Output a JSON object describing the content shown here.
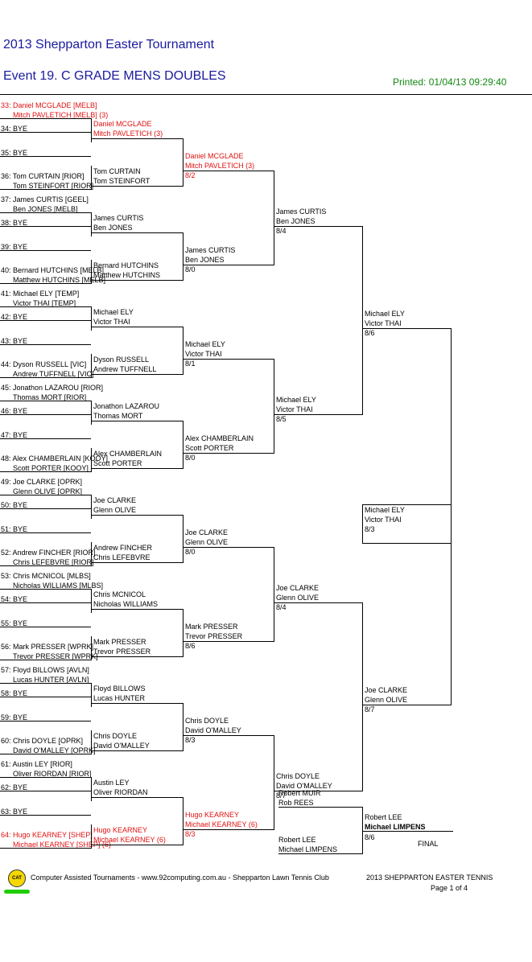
{
  "header": {
    "tournament_title": "2013 Shepparton Easter Tournament",
    "event_title": "Event 19. C GRADE MENS DOUBLES",
    "printed": "Printed: 01/04/13 09:29:40"
  },
  "round1": [
    {
      "label": "33: Daniel MCGLADE [MELB]",
      "red": true
    },
    {
      "label": "Mitch PAVLETICH [MELB] (3)",
      "red": true
    },
    {
      "label": "34: BYE"
    },
    {
      "label": "35: BYE"
    },
    {
      "label": "36: Tom CURTAIN [RIOR]"
    },
    {
      "label": "Tom STEINFORT [RIOR]"
    },
    {
      "label": "37: James CURTIS [GEEL]"
    },
    {
      "label": "Ben JONES [MELB]"
    },
    {
      "label": "38: BYE"
    },
    {
      "label": "39: BYE"
    },
    {
      "label": "40: Bernard HUTCHINS [MELB]"
    },
    {
      "label": "Matthew HUTCHINS [MELB]"
    },
    {
      "label": "41: Michael ELY [TEMP]"
    },
    {
      "label": "Victor THAI [TEMP]"
    },
    {
      "label": "42: BYE"
    },
    {
      "label": "43: BYE"
    },
    {
      "label": "44: Dyson RUSSELL [VIC]"
    },
    {
      "label": "Andrew TUFFNELL [VIC]"
    },
    {
      "label": "45: Jonathon LAZAROU [RIOR]"
    },
    {
      "label": "Thomas MORT [RIOR]"
    },
    {
      "label": "46: BYE"
    },
    {
      "label": "47: BYE"
    },
    {
      "label": "48: Alex CHAMBERLAIN [KOOY]"
    },
    {
      "label": "Scott PORTER [KOOY]"
    },
    {
      "label": "49: Joe CLARKE [OPRK]"
    },
    {
      "label": "Glenn OLIVE [OPRK]"
    },
    {
      "label": "50: BYE"
    },
    {
      "label": "51: BYE"
    },
    {
      "label": "52: Andrew FINCHER [RIOR]"
    },
    {
      "label": "Chris LEFEBVRE [RIOR]"
    },
    {
      "label": "53: Chris MCNICOL [MLBS]"
    },
    {
      "label": "Nicholas WILLIAMS [MLBS]"
    },
    {
      "label": "54: BYE"
    },
    {
      "label": "55: BYE"
    },
    {
      "label": "56: Mark PRESSER [WPRK]"
    },
    {
      "label": "Trevor PRESSER [WPRK]"
    },
    {
      "label": "57: Floyd BILLOWS [AVLN]"
    },
    {
      "label": "Lucas HUNTER [AVLN]"
    },
    {
      "label": "58: BYE"
    },
    {
      "label": "59: BYE"
    },
    {
      "label": "60: Chris DOYLE [OPRK]"
    },
    {
      "label": "David O'MALLEY [OPRK]"
    },
    {
      "label": "61: Austin LEY [RIOR]"
    },
    {
      "label": "Oliver RIORDAN [RIOR]"
    },
    {
      "label": "62: BYE"
    },
    {
      "label": "63: BYE"
    },
    {
      "label": "64: Hugo KEARNEY [SHEP]",
      "red": true
    },
    {
      "label": "Michael KEARNEY [SHEP] (6)",
      "red": true
    }
  ],
  "round2": [
    {
      "p1": "Daniel MCGLADE",
      "p2": "Mitch PAVLETICH (3)",
      "red": true
    },
    {
      "p1": "Tom CURTAIN",
      "p2": "Tom STEINFORT"
    },
    {
      "p1": "James CURTIS",
      "p2": "Ben JONES"
    },
    {
      "p1": "Bernard HUTCHINS",
      "p2": "Matthew HUTCHINS"
    },
    {
      "p1": "Michael ELY",
      "p2": "Victor THAI"
    },
    {
      "p1": "Dyson RUSSELL",
      "p2": "Andrew TUFFNELL"
    },
    {
      "p1": "Jonathon LAZAROU",
      "p2": "Thomas MORT"
    },
    {
      "p1": "Alex CHAMBERLAIN",
      "p2": "Scott PORTER"
    },
    {
      "p1": "Joe CLARKE",
      "p2": "Glenn OLIVE"
    },
    {
      "p1": "Andrew FINCHER",
      "p2": "Chris LEFEBVRE"
    },
    {
      "p1": "Chris MCNICOL",
      "p2": "Nicholas WILLIAMS"
    },
    {
      "p1": "Mark PRESSER",
      "p2": "Trevor PRESSER"
    },
    {
      "p1": "Floyd BILLOWS",
      "p2": "Lucas HUNTER"
    },
    {
      "p1": "Chris DOYLE",
      "p2": "David O'MALLEY"
    },
    {
      "p1": "Austin LEY",
      "p2": "Oliver RIORDAN"
    },
    {
      "p1": "Hugo KEARNEY",
      "p2": "Michael KEARNEY (6)",
      "red": true
    }
  ],
  "round3": [
    {
      "p1": "Daniel MCGLADE",
      "p2": "Mitch PAVLETICH (3)",
      "score": "8/2",
      "red": true
    },
    {
      "p1": "James CURTIS",
      "p2": "Ben JONES",
      "score": "8/0"
    },
    {
      "p1": "Michael ELY",
      "p2": "Victor THAI",
      "score": "8/1"
    },
    {
      "p1": "Alex CHAMBERLAIN",
      "p2": "Scott PORTER",
      "score": "8/0"
    },
    {
      "p1": "Joe CLARKE",
      "p2": "Glenn OLIVE",
      "score": "8/0"
    },
    {
      "p1": "Mark PRESSER",
      "p2": "Trevor PRESSER",
      "score": "8/6"
    },
    {
      "p1": "Chris DOYLE",
      "p2": "David O'MALLEY",
      "score": "8/3"
    },
    {
      "p1": "Hugo KEARNEY",
      "p2": "Michael KEARNEY (6)",
      "score": "8/3",
      "red": true
    }
  ],
  "round4": [
    {
      "p1": "James CURTIS",
      "p2": "Ben JONES",
      "score": "8/4"
    },
    {
      "p1": "Michael ELY",
      "p2": "Victor THAI",
      "score": "8/5"
    },
    {
      "p1": "Joe CLARKE",
      "p2": "Glenn OLIVE",
      "score": "8/4"
    },
    {
      "p1": "Chris DOYLE",
      "p2": "David O'MALLEY",
      "score": "8/7"
    }
  ],
  "round5": [
    {
      "p1": "Michael ELY",
      "p2": "Victor THAI",
      "score": "8/6"
    },
    {
      "p1": "Joe CLARKE",
      "p2": "Glenn OLIVE",
      "score": "8/7"
    }
  ],
  "round6": [
    {
      "p1": "Michael ELY",
      "p2": "Victor THAI",
      "score": "8/3"
    }
  ],
  "final_block": {
    "top_p1": "Robert MUIR",
    "top_p2": "Rob REES",
    "bottom_p1": "Robert LEE",
    "bottom_p2": "Michael LIMPENS",
    "winner_p1": "Robert LEE",
    "winner_p2": "Michael LIMPENS",
    "winner_score": "8/6",
    "final_label": "FINAL"
  },
  "footer": {
    "cat_logo": "CAT",
    "credit": "Computer Assisted Tournaments - www.92computing.com.au -  Shepparton Lawn Tennis Club",
    "event_name": "2013 SHEPPARTON EASTER TENNIS",
    "page": "Page 1 of 4"
  },
  "colors": {
    "title": "#1a1a9e",
    "printed": "#118811",
    "seed_red": "#e01010"
  }
}
